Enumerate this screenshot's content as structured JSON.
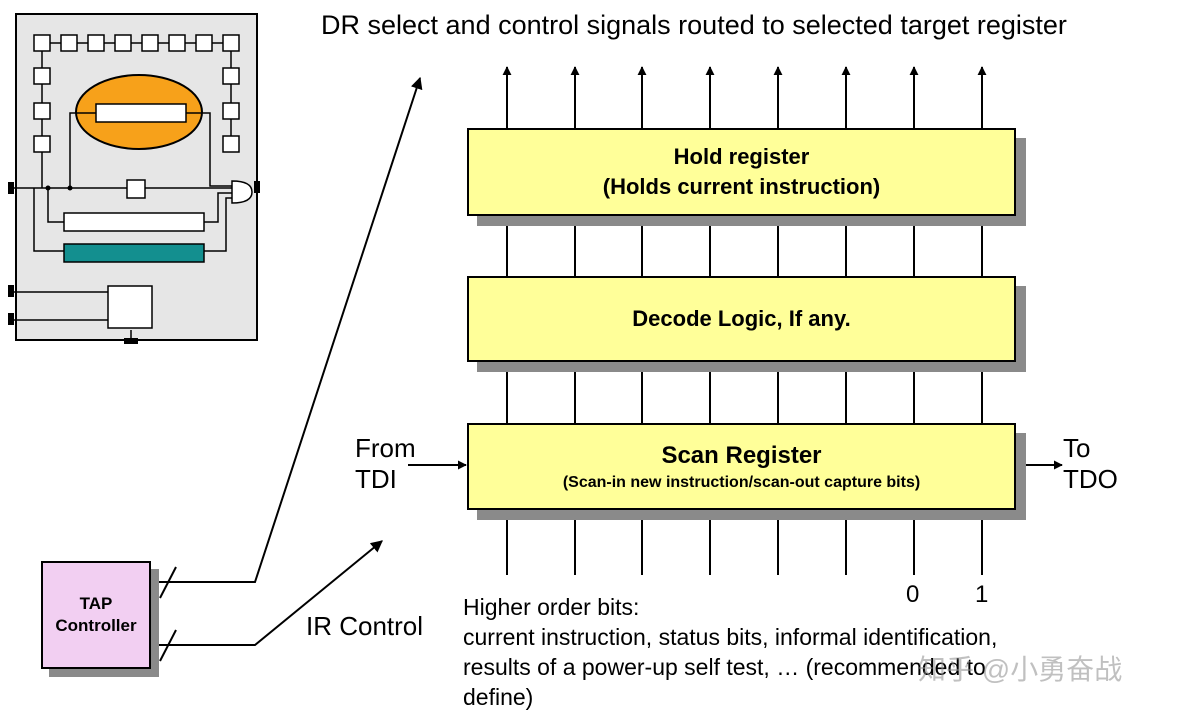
{
  "title": "DR select and control signals routed to selected target register",
  "hold_register": {
    "line1": "Hold register",
    "line2": "(Holds current instruction)"
  },
  "decode_logic": {
    "label": "Decode Logic, If any."
  },
  "scan_register": {
    "line1": "Scan Register",
    "line2": "(Scan-in new instruction/scan-out capture bits)"
  },
  "from_tdi": {
    "line1": "From",
    "line2": "TDI"
  },
  "to_tdo": {
    "line1": "To",
    "line2": "TDO"
  },
  "bit_labels": [
    "0",
    "1"
  ],
  "ir_control": "IR Control",
  "tap_controller": {
    "line1": "TAP",
    "line2": "Controller"
  },
  "notes": {
    "line1": "Higher order bits:",
    "line2": "current instruction, status bits, informal identification,",
    "line3": "results of a power-up self test, … (recommended to",
    "line4": "define)"
  },
  "watermark": "知乎 @小勇奋战",
  "colors": {
    "register_fill": "#ffff99",
    "shadow": "#8a8a8a",
    "tap_fill": "#f2cff2",
    "chip_bg": "#e6e6e6",
    "oval_fill": "#f7a11a",
    "teal_bar": "#138f8f"
  }
}
